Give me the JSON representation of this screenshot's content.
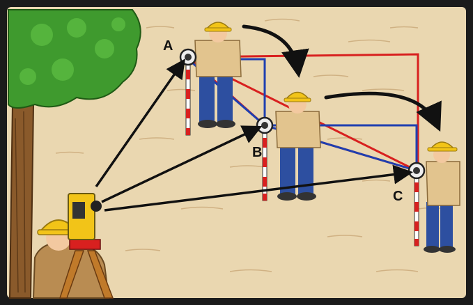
{
  "points": {
    "a": {
      "label": "A"
    },
    "b": {
      "label": "B"
    },
    "c": {
      "label": "C"
    }
  },
  "colors": {
    "frame": "#1b1b1b",
    "ground": "#ead7b0",
    "red_line": "#d8201f",
    "blue_line": "#1f3fb0",
    "sight_line": "#111111",
    "helmet": "#f2c418",
    "shirt": "#e2c48e",
    "jeans": "#2d4fa0",
    "foliage": "#3f9a2e",
    "trunk": "#8a5a2b"
  }
}
